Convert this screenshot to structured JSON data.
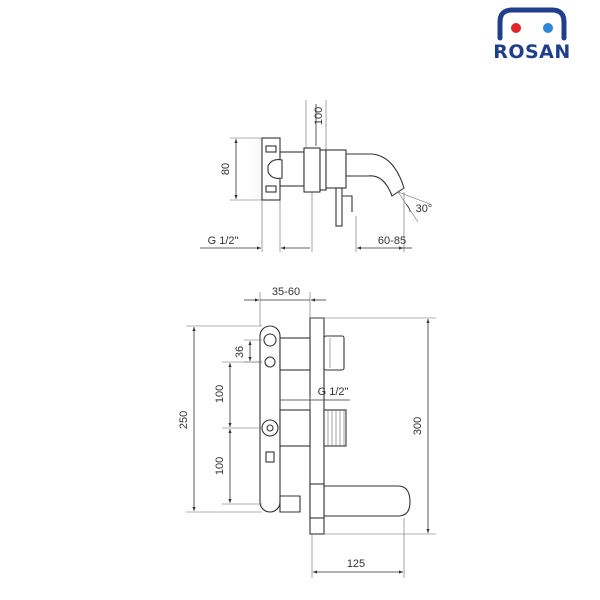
{
  "brand": {
    "name": "ROSAN",
    "primary_color": "#1f3f8c",
    "accent_red": "#e0262b",
    "accent_blue": "#2f86d6"
  },
  "top_view": {
    "dim_height": "80",
    "dim_top": "100",
    "dim_connection": "G 1/2\"",
    "dim_spout_reach": "60-85",
    "dim_angle": "30°"
  },
  "front_view": {
    "dim_depth": "35-60",
    "dim_upper": "36",
    "dim_spacing_1": "100",
    "dim_spacing_2": "100",
    "dim_total_height": "250",
    "dim_plate_height": "300",
    "dim_connection": "G 1/2\"",
    "dim_spout_length": "125"
  }
}
